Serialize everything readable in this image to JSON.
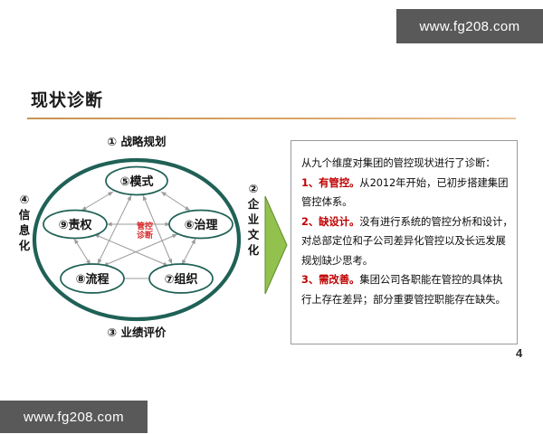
{
  "watermark": {
    "top_right": "www.fg208.com",
    "bottom_left": "www.fg208.com",
    "bg_color": "#595959",
    "text_color": "#ffffff"
  },
  "slide": {
    "title": "现状诊断",
    "page_number": "4",
    "rule_color": "#c89253"
  },
  "diagram": {
    "center_label_line1": "管控",
    "center_label_line2": "诊断",
    "center_color": "#d92b2b",
    "ellipse_color": "#1f6156",
    "node_color": "#1f6156",
    "arrow_color": "#9b9b9b",
    "nodes": [
      {
        "id": "mode",
        "label": "⑤模式"
      },
      {
        "id": "responsibility",
        "label": "⑨责权"
      },
      {
        "id": "governance",
        "label": "⑥治理"
      },
      {
        "id": "process",
        "label": "⑧流程"
      },
      {
        "id": "organization",
        "label": "⑦组织"
      }
    ],
    "outer_labels": {
      "top": "① 战略规划",
      "bottom": "③ 业绩评价",
      "left": "④ 信息化",
      "left_chars": [
        "④",
        "信",
        "息",
        "化"
      ],
      "right": "② 企业文化",
      "right_chars": [
        "②",
        "企",
        "业",
        "文",
        "化"
      ]
    },
    "arrow_shape": {
      "name": "green-triangle-arrow",
      "fill": "#92c14e",
      "stroke": "#5f8b2a"
    }
  },
  "textbox": {
    "border_color": "#9a9a9a",
    "intro": "从九个维度对集团的管控现状进行了诊断：",
    "items": [
      {
        "num": "1、",
        "keyword": "有管控。",
        "body_lines": [
          "从2012年开始，已初步搭建集团",
          "管控体系。"
        ]
      },
      {
        "num": "2、",
        "keyword": "缺设计。",
        "body_lines": [
          "没有进行系统的管控分析和设计，",
          "对总部定位和子公司差异化管控以及长远发展",
          "规划缺少思考。"
        ]
      },
      {
        "num": "3、",
        "keyword": "需改善。",
        "body_lines": [
          "集团公司各职能在管控的具体执",
          "行上存在差异；部分重要管控职能存在缺失。"
        ]
      }
    ]
  }
}
